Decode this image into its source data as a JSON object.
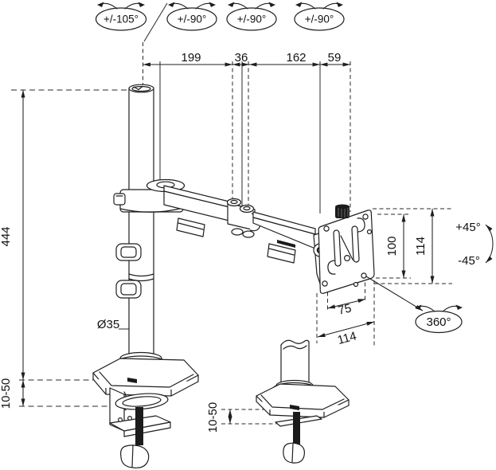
{
  "rotations": {
    "pole": "+/-105°",
    "joint1": "+/-90°",
    "joint2": "+/-90°",
    "joint3": "+/-90°",
    "vesa_spin": "360°",
    "tilt_up": "+45°",
    "tilt_down": "-45°"
  },
  "dimensions": {
    "arm_seg_1": "199",
    "arm_seg_2": "36",
    "arm_seg_3": "162",
    "arm_seg_4": "59",
    "pole_height": "444",
    "pole_diameter": "Ø35",
    "clamp_range_left": "10-50",
    "clamp_range_center": "10-50",
    "vesa_hole_spacing": "100",
    "vesa_plate_height": "114",
    "vesa_hole_width": "75",
    "base_depth": "114"
  }
}
